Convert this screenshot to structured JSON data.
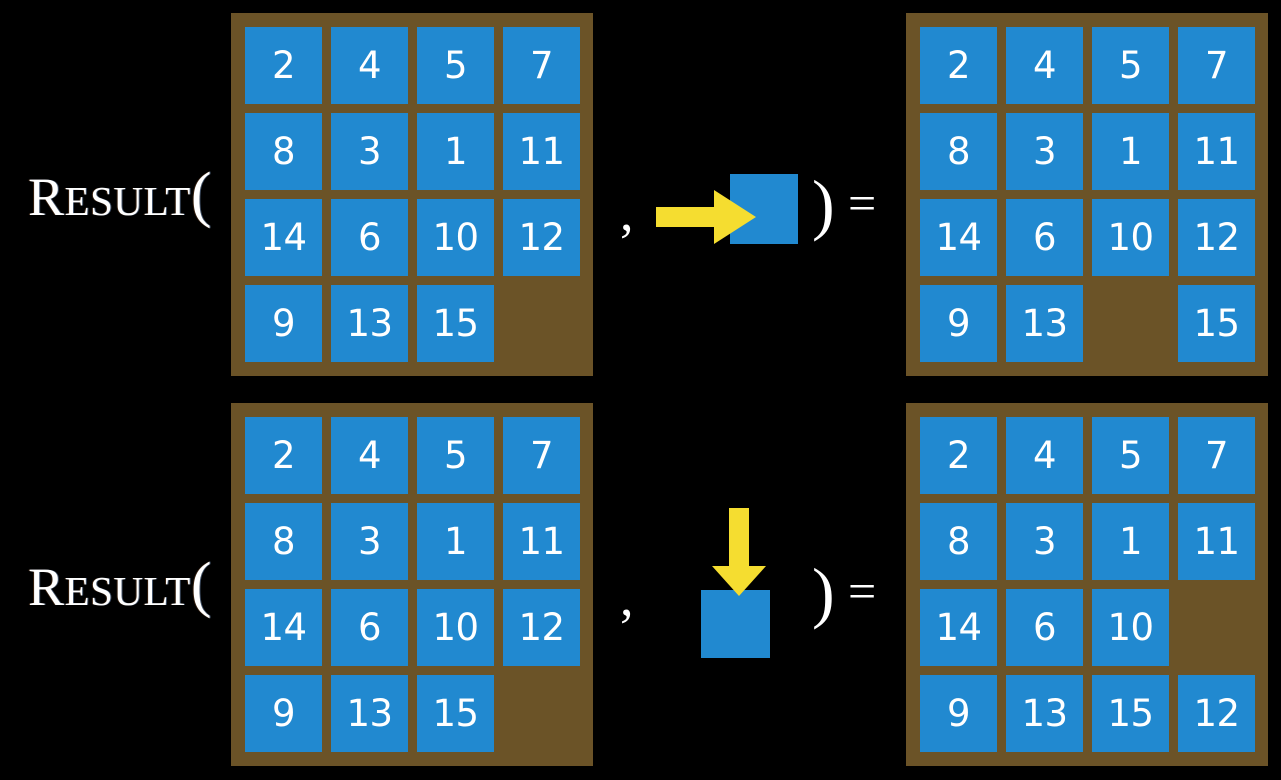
{
  "background_color": "#000000",
  "palette": {
    "board_frame": "#6b5327",
    "tile": "#2189d0",
    "tile_text": "#ffffff",
    "arrow": "#f5dd30",
    "text": "#ffffff"
  },
  "rows": [
    {
      "id": "row-move-right",
      "label": {
        "cap": "R",
        "smallcaps": "ESULT",
        "paren": "("
      },
      "comma": ",",
      "input_board": {
        "name": "input-board-top",
        "rows": [
          [
            "2",
            "4",
            "5",
            "7"
          ],
          [
            "8",
            "3",
            "1",
            "11"
          ],
          [
            "14",
            "6",
            "10",
            "12"
          ],
          [
            "9",
            "13",
            "15",
            ""
          ]
        ]
      },
      "action": {
        "name": "move-right-action",
        "direction": "right",
        "arrow_icon": "arrow-right-icon",
        "tile_label": ""
      },
      "close_paren": ")",
      "equals": "=",
      "output_board": {
        "name": "output-board-top",
        "rows": [
          [
            "2",
            "4",
            "5",
            "7"
          ],
          [
            "8",
            "3",
            "1",
            "11"
          ],
          [
            "14",
            "6",
            "10",
            "12"
          ],
          [
            "9",
            "13",
            "",
            "15"
          ]
        ]
      }
    },
    {
      "id": "row-move-down",
      "label": {
        "cap": "R",
        "smallcaps": "ESULT",
        "paren": "("
      },
      "comma": ",",
      "input_board": {
        "name": "input-board-bottom",
        "rows": [
          [
            "2",
            "4",
            "5",
            "7"
          ],
          [
            "8",
            "3",
            "1",
            "11"
          ],
          [
            "14",
            "6",
            "10",
            "12"
          ],
          [
            "9",
            "13",
            "15",
            ""
          ]
        ]
      },
      "action": {
        "name": "move-down-action",
        "direction": "down",
        "arrow_icon": "arrow-down-icon",
        "tile_label": ""
      },
      "close_paren": ")",
      "equals": "=",
      "output_board": {
        "name": "output-board-bottom",
        "rows": [
          [
            "2",
            "4",
            "5",
            "7"
          ],
          [
            "8",
            "3",
            "1",
            "11"
          ],
          [
            "14",
            "6",
            "10",
            ""
          ],
          [
            "9",
            "13",
            "15",
            "12"
          ]
        ]
      }
    }
  ]
}
